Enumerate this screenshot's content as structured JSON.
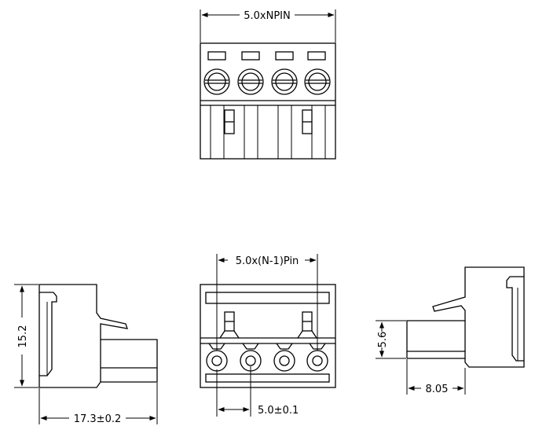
{
  "dimensions": {
    "top_width": "5.0xNPIN",
    "pitch_span": "5.0x(N-1)Pin",
    "height": "15.2",
    "depth": "17.3±0.2",
    "pitch": "5.0±0.1",
    "plug_height": "5.6",
    "plug_length": "8.05"
  },
  "colors": {
    "line": "#000000",
    "background": "#ffffff"
  }
}
